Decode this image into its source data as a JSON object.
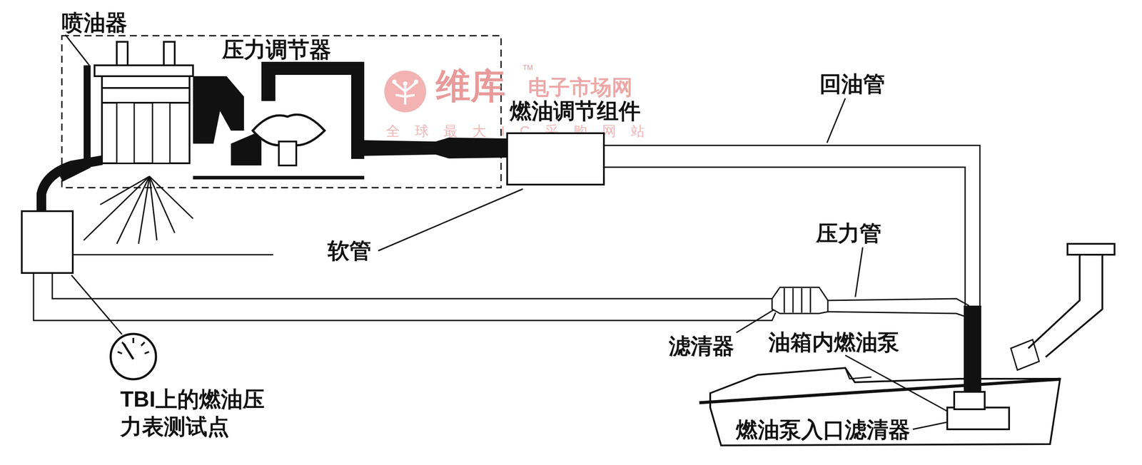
{
  "diagram": {
    "nodes": [
      {
        "text": [
          "燃油调节组件"
        ]
      }
    ],
    "labels": [
      "喷油器",
      "压力调节器",
      "维库",
      "TM",
      "电子市场网",
      "全球最大IC采购网站",
      "回油管",
      "软管",
      "压力管",
      "滤清器",
      "油箱内燃油泵",
      "燃油泵入口滤清器",
      "TBI上的燃油压力表测试点"
    ]
  }
}
